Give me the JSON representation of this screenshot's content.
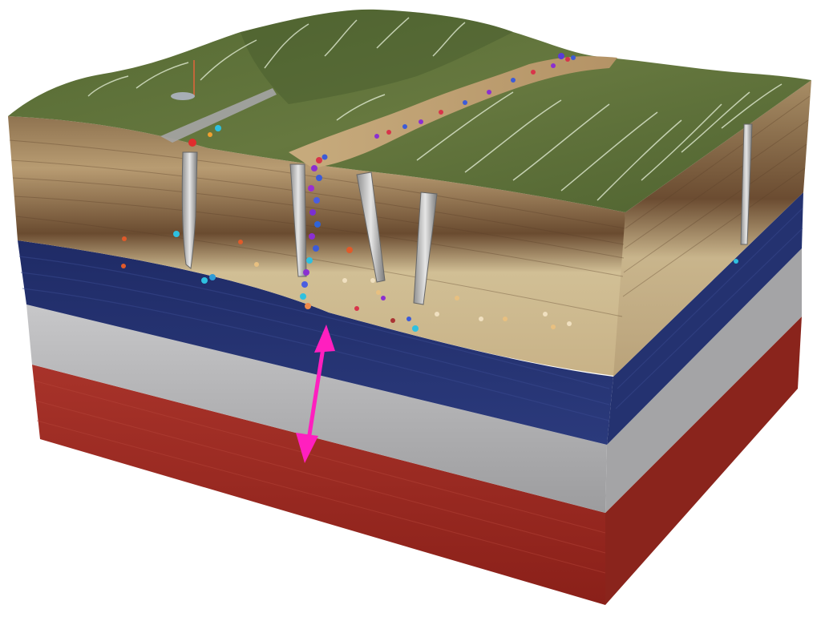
{
  "diagram": {
    "layers_top_to_bottom": [
      {
        "name": "topsoil-grass",
        "color": "#5f6f3c"
      },
      {
        "name": "sandy-sediment-upper",
        "color": "#b59a6d"
      },
      {
        "name": "dark-soil-band",
        "color": "#6f4f32"
      },
      {
        "name": "sandy-sediment-lower",
        "color": "#c9b48a"
      },
      {
        "name": "blue-aquifer-layer",
        "color": "#23306e"
      },
      {
        "name": "gray-clay-layer",
        "color": "#a9a9ab"
      },
      {
        "name": "red-bedrock-layer",
        "color": "#9b2b22"
      }
    ],
    "features": {
      "wells": 5,
      "contaminant_particles": true,
      "road_strip": true,
      "arrow": {
        "type": "double-headed",
        "color": "#ff1fbf"
      }
    }
  }
}
